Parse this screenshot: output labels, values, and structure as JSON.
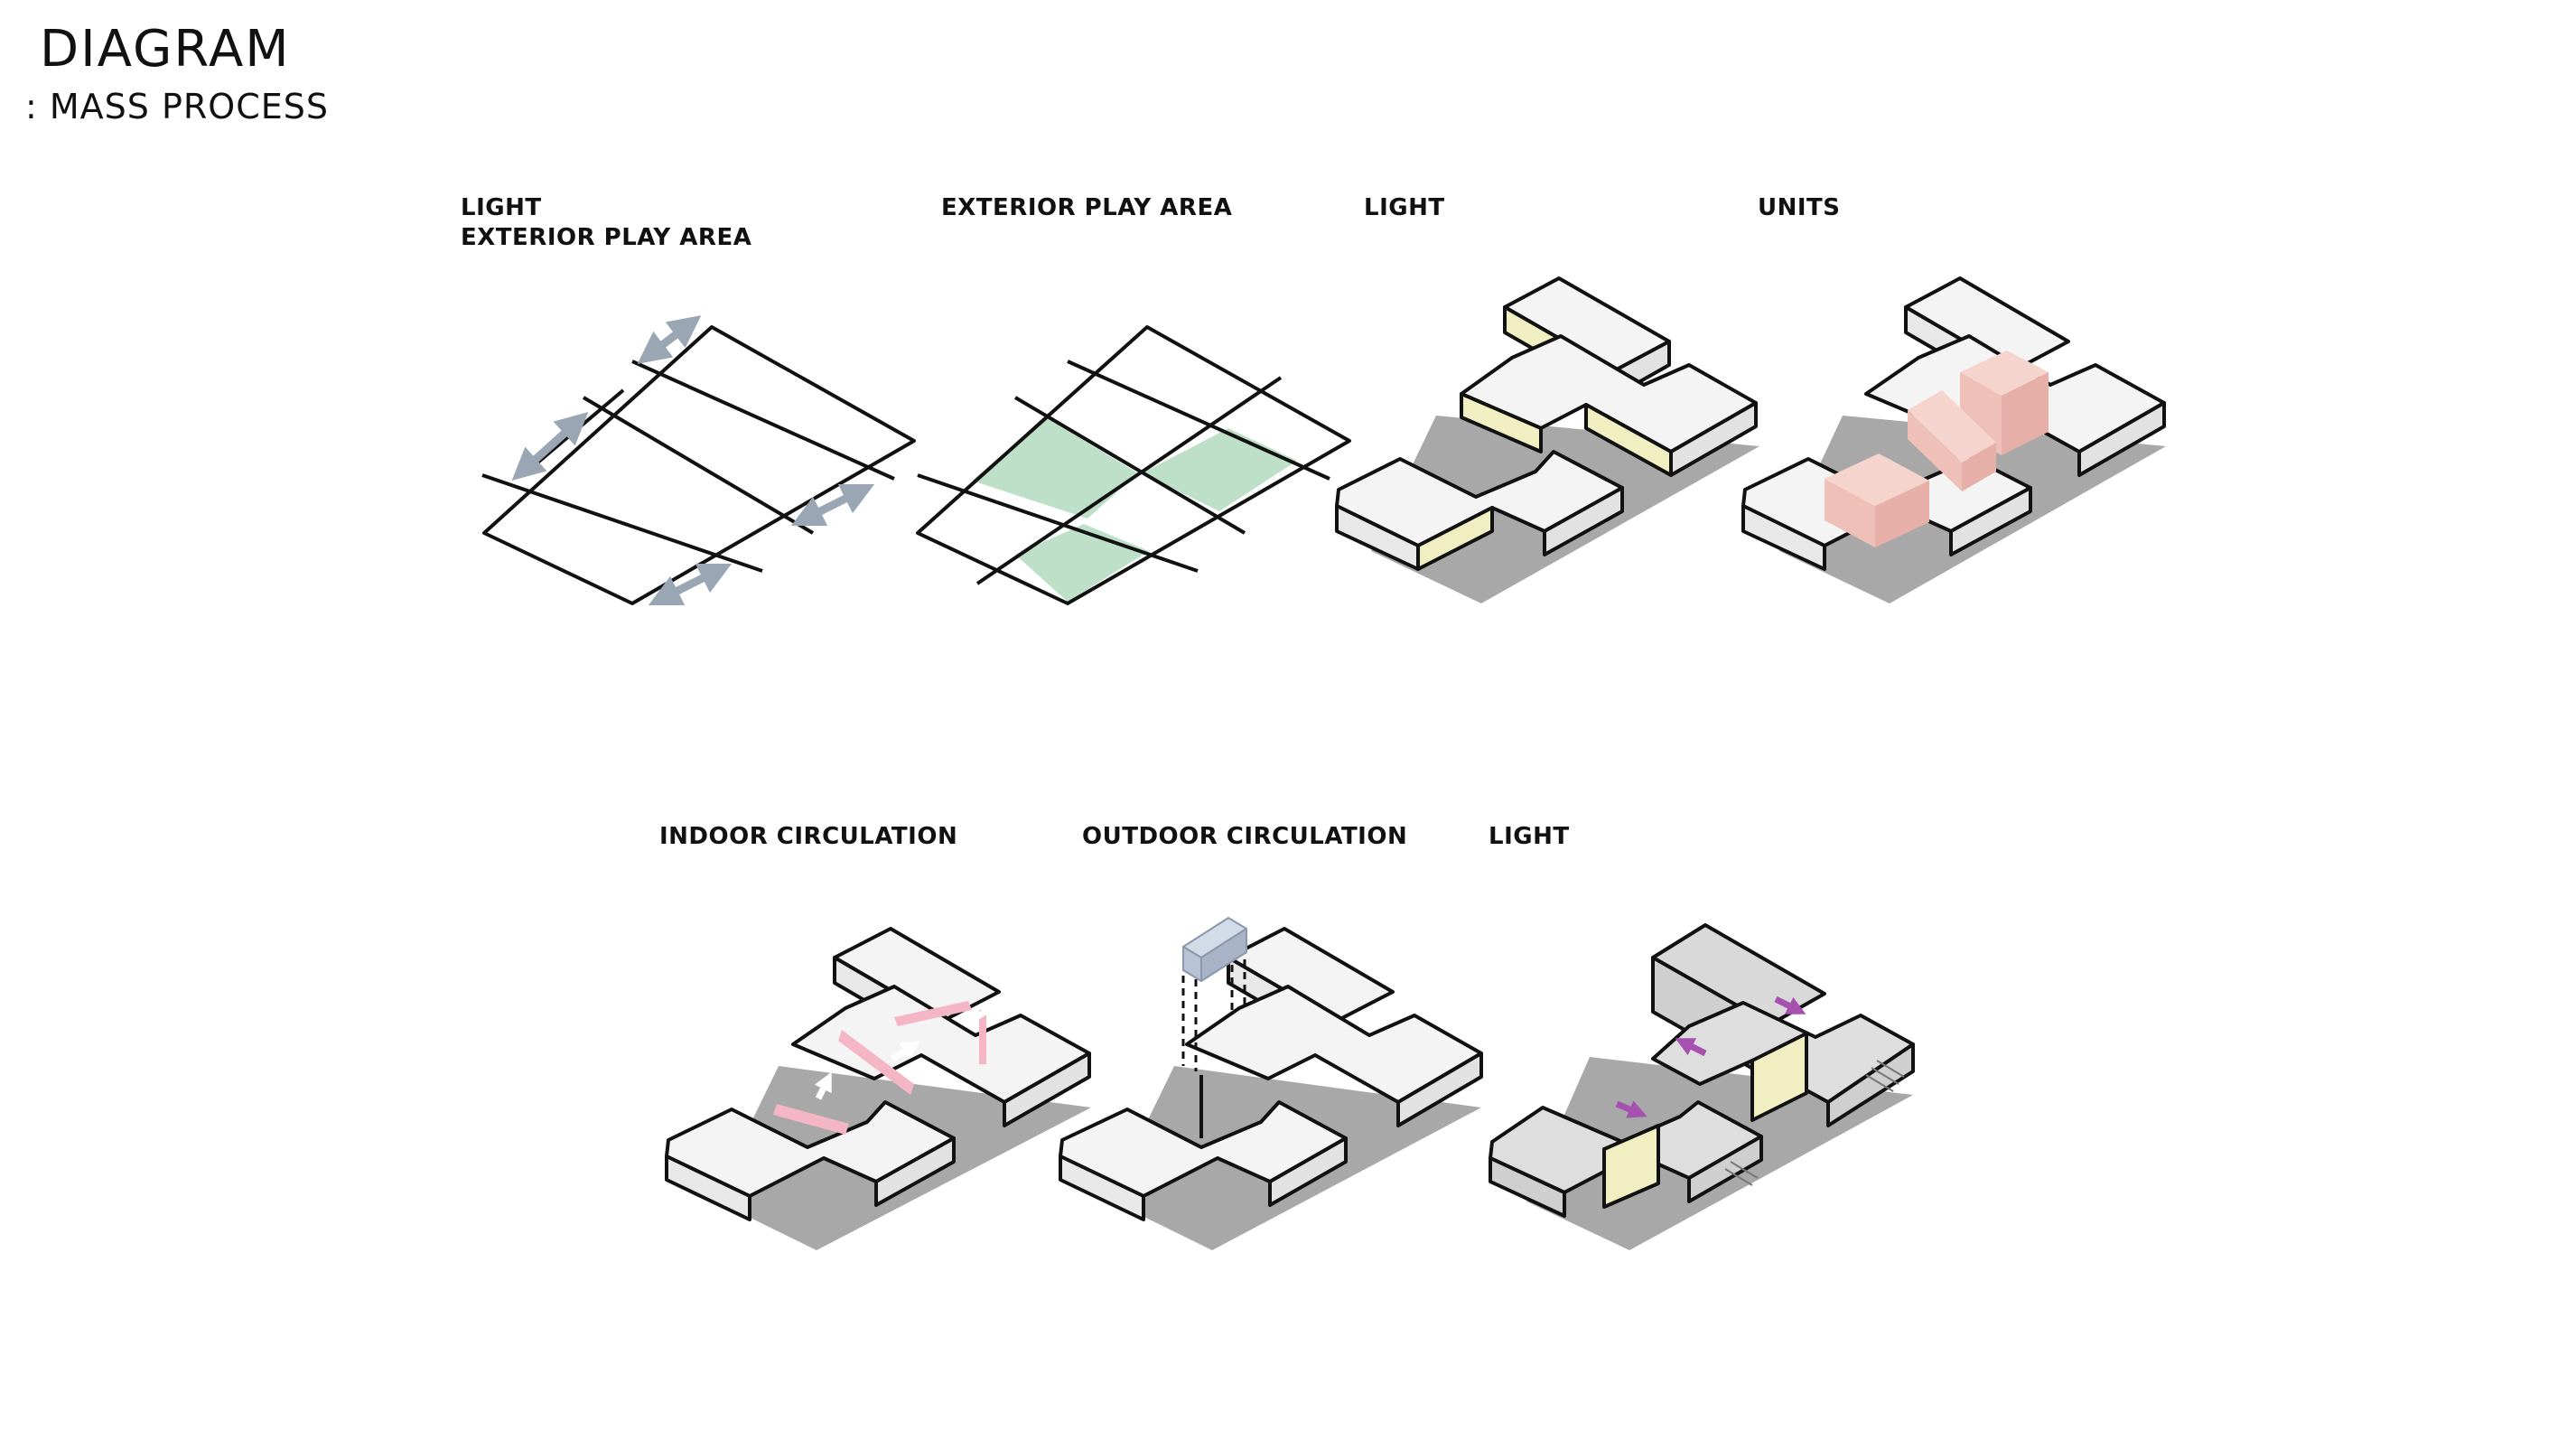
{
  "header": {
    "title": "DIAGRAM",
    "subtitle": ": MASS PROCESS"
  },
  "steps": [
    {
      "label_lines": [
        "LIGHT",
        "EXTERIOR PLAY AREA"
      ]
    },
    {
      "label_lines": [
        "EXTERIOR PLAY AREA"
      ]
    },
    {
      "label_lines": [
        "LIGHT"
      ]
    },
    {
      "label_lines": [
        "UNITS"
      ]
    },
    {
      "label_lines": [
        "INDOOR CIRCULATION"
      ]
    },
    {
      "label_lines": [
        "OUTDOOR CIRCULATION"
      ]
    },
    {
      "label_lines": [
        "LIGHT"
      ]
    }
  ],
  "colors": {
    "play_area_green": "#bfe0c8",
    "light_yellow": "#f1efc2",
    "unit_pink": "#f0c4bc",
    "circulation_pink": "#f4b6c4",
    "bridge_blue": "#b9c3d6",
    "arrow_gray": "#9aa6b4",
    "light_arrow_purple": "#a650b0",
    "shadow_gray": "#a8a8a8",
    "mass_white": "#f4f4f4"
  }
}
